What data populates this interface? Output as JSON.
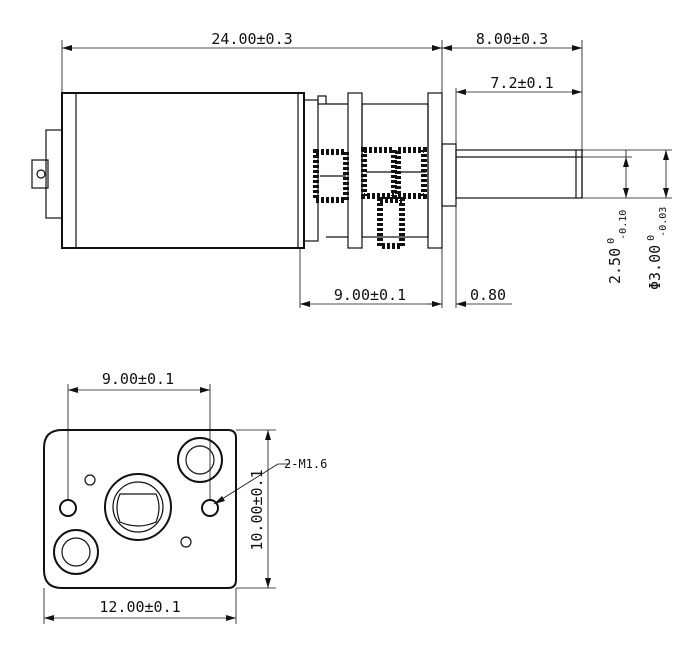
{
  "side_view": {
    "dim_overall_length": "24.00±0.3",
    "dim_shaft_length": "8.00±0.3",
    "dim_shaft_flat": "7.2±0.1",
    "dim_gearbox_length": "9.00±0.1",
    "dim_boss": "0.80",
    "dim_flat_main": "2.50",
    "dim_flat_sup": "0",
    "dim_flat_sub": "-0.10",
    "dim_shaft_dia_main": "Φ3.00",
    "dim_shaft_dia_sup": "0",
    "dim_shaft_dia_sub": "-0.03"
  },
  "front_view": {
    "dim_hole_spacing": "9.00±0.1",
    "dim_height": "10.00±0.1",
    "dim_width": "12.00±0.1",
    "thread_callout": "2-M1.6"
  }
}
